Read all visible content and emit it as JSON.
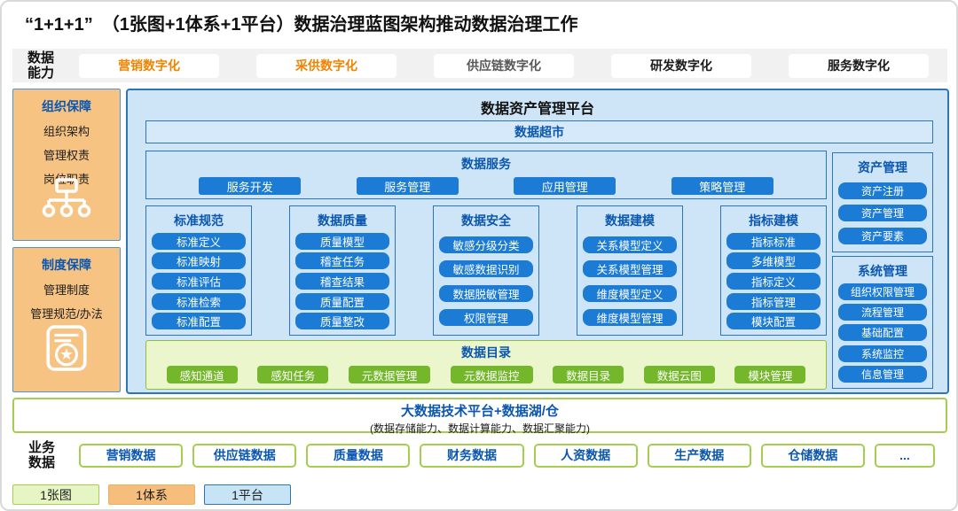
{
  "title": "“1+1+1”　（1张图+1体系+1平台）数据治理蓝图架构推动数据治理工作",
  "capability_row": {
    "label": "数据能力",
    "items": [
      {
        "label": "营销数字化",
        "color": "#F08300"
      },
      {
        "label": "采供数字化",
        "color": "#F08300"
      },
      {
        "label": "供应链数字化",
        "color": "#595959"
      },
      {
        "label": "研发数字化",
        "color": "#1A1A1A"
      },
      {
        "label": "服务数字化",
        "color": "#1A1A1A"
      }
    ]
  },
  "left_sidebar": {
    "org": {
      "title": "组织保障",
      "items": [
        "组织架构",
        "管理权责",
        "岗位职责"
      ],
      "icon": "org-chart-icon"
    },
    "policy": {
      "title": "制度保障",
      "items": [
        "管理制度",
        "管理规范/办法"
      ],
      "icon": "policy-document-icon"
    }
  },
  "platform": {
    "title": "数据资产管理平台",
    "data_mart_label": "数据超市",
    "data_service": {
      "title": "数据服务",
      "buttons": [
        "服务开发",
        "服务管理",
        "应用管理",
        "策略管理"
      ]
    },
    "columns": [
      {
        "title": "标准规范",
        "buttons": [
          "标准定义",
          "标准映射",
          "标准评估",
          "标准检索",
          "标准配置"
        ]
      },
      {
        "title": "数据质量",
        "buttons": [
          "质量模型",
          "稽查任务",
          "稽查结果",
          "质量配置",
          "质量整改"
        ]
      },
      {
        "title": "数据安全",
        "buttons": [
          "敏感分级分类",
          "敏感数据识别",
          "数据脱敏管理",
          "权限管理"
        ]
      },
      {
        "title": "数据建模",
        "buttons": [
          "关系模型定义",
          "关系模型管理",
          "维度模型定义",
          "维度模型管理"
        ]
      },
      {
        "title": "指标建模",
        "buttons": [
          "指标标准",
          "多维模型",
          "指标定义",
          "指标管理",
          "模块配置"
        ]
      }
    ],
    "data_catalog": {
      "title": "数据目录",
      "buttons": [
        "感知通道",
        "感知任务",
        "元数据管理",
        "元数据监控",
        "数据目录",
        "数据云图",
        "模块管理"
      ]
    },
    "asset_mgmt": {
      "title": "资产管理",
      "buttons": [
        "资产注册",
        "资产管理",
        "资产要素"
      ]
    },
    "system_mgmt": {
      "title": "系统管理",
      "buttons": [
        "组织权限管理",
        "流程管理",
        "基础配置",
        "系统监控",
        "信息管理"
      ]
    }
  },
  "bigdata": {
    "title": "大数据技术平台+数据湖/仓",
    "subtitle": "(数据存储能力、数据计算能力、数据汇聚能力)"
  },
  "business_row": {
    "label": "业务数据",
    "items": [
      "营销数据",
      "供应链数据",
      "质量数据",
      "财务数据",
      "人资数据",
      "生产数据",
      "仓储数据",
      "..."
    ]
  },
  "legend": [
    {
      "label": "1张图",
      "bg": "#E7F5C4",
      "border": "#A6CD4E"
    },
    {
      "label": "1体系",
      "bg": "#F6BE7C",
      "border": "#F0AE62"
    },
    {
      "label": "1平台",
      "bg": "#C7E3F6",
      "border": "#2E75B6"
    }
  ],
  "colors": {
    "accent_orange": "#F08300",
    "sidebar_orange": "#F7C383",
    "platform_blue_bg": "#CDE5F7",
    "platform_border": "#2E75B6",
    "button_blue": "#1C7CD5",
    "title_blue": "#0B57B0",
    "catalog_green_bg": "#EBF6CC",
    "green_button": "#74B72A",
    "green_border": "#A6CD4E",
    "strip_gray": "#F1F1F1"
  }
}
